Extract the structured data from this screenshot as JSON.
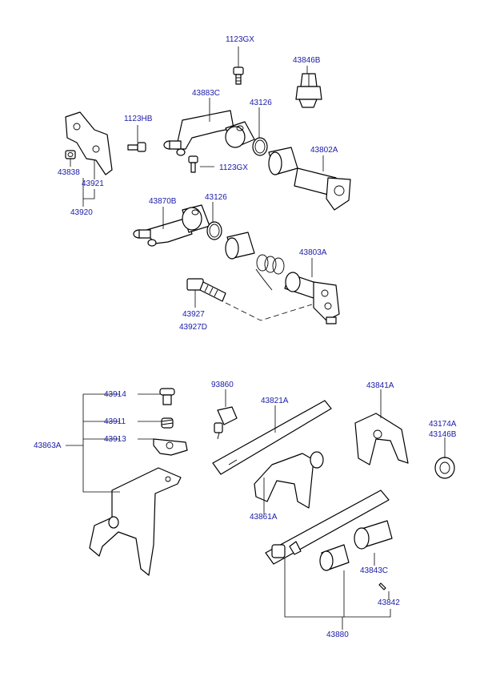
{
  "labels": {
    "p1123gx_top": "1123GX",
    "p43846b": "43846B",
    "p43883c": "43883C",
    "p43126_top": "43126",
    "p1123hb": "1123HB",
    "p43802a": "43802A",
    "p43838": "43838",
    "p43921": "43921",
    "p43920": "43920",
    "p1123gx_mid": "1123GX",
    "p43870b": "43870B",
    "p43126_mid": "43126",
    "p43803a": "43803A",
    "p43927": "43927",
    "p43927d": "43927D",
    "p43914": "43914",
    "p93860": "93860",
    "p43821a": "43821A",
    "p43841a": "43841A",
    "p43911": "43911",
    "p43174a": "43174A",
    "p43146b": "43146B",
    "p43863a": "43863A",
    "p43913": "43913",
    "p43861a": "43861A",
    "p43843c": "43843C",
    "p43842": "43842",
    "p43880": "43880"
  },
  "colors": {
    "label": "#1a1aa8",
    "line": "#000000",
    "background": "#ffffff"
  }
}
